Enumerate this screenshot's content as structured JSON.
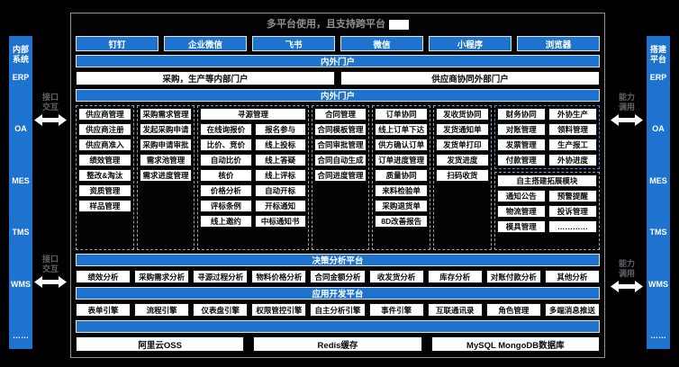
{
  "title": "多平台使用，且支持跨平台",
  "colors": {
    "accent_blue": "#1e73cf",
    "panel_border": "#8d9299"
  },
  "left_rail": {
    "header": "内部系统",
    "items": [
      "ERP",
      "OA",
      "MES",
      "TMS",
      "WMS",
      "……"
    ]
  },
  "right_rail": {
    "header": "搭建平台",
    "items": [
      "ERP",
      "OA",
      "MES",
      "TMS",
      "WMS",
      "……"
    ]
  },
  "links": {
    "left_top": "接口交互",
    "left_bottom": "接口交互",
    "right_top": "能力调用",
    "right_bottom": "能力调用"
  },
  "clients": [
    "钉钉",
    "企业微信",
    "飞书",
    "微信",
    "小程序",
    "浏览器"
  ],
  "portal_banner": "内外门户",
  "portals": [
    "采购，生产等内部门户",
    "供应商协同外部门户"
  ],
  "modules_banner": "内外门户",
  "modules": {
    "columns": [
      {
        "header": "供应商管理",
        "items": [
          "供应商注册",
          "供应商准入",
          "绩效管理",
          "整改&淘汰",
          "资质管理",
          "样品管理"
        ]
      },
      {
        "header": "采购需求管理",
        "items": [
          "发起采购申请",
          "采购申请审批",
          "需求池管理",
          "需求进度管理"
        ]
      },
      {
        "header": "寻源管理",
        "items_left": [
          "在线询报价",
          "比价、竞价",
          "自动比价",
          "核价",
          "价格分析",
          "评标条例",
          "线上邀约"
        ],
        "items_right": [
          "报名参与",
          "线上投标",
          "线上答疑",
          "线上评标",
          "自动开标",
          "开标通知",
          "中标通知书"
        ]
      },
      {
        "header": "合同管理",
        "items": [
          "合同模板管理",
          "合同审批管理",
          "合同自动生成",
          "合同进度管理"
        ]
      },
      {
        "header": "订单协同",
        "items": [
          "线上订单下达",
          "供方确认订单",
          "订单进度管理",
          "质量协同",
          "来料检验单",
          "采购退货单",
          "8D改善报告"
        ]
      },
      {
        "header": "发收货协同",
        "items": [
          "发货通知单",
          "发货单打印",
          "发货进度",
          "扫码收货"
        ]
      }
    ],
    "finance_group": {
      "columns": [
        {
          "header": "财务协同",
          "items": [
            "对账管理",
            "发票管理",
            "付款管理"
          ]
        },
        {
          "header": "外协生产",
          "items": [
            "领料管理",
            "生产报工",
            "外协进度"
          ]
        }
      ]
    },
    "extension_group": {
      "header": "自主搭建拓展模块",
      "items": [
        "通知公告",
        "预警提醒",
        "物流管理",
        "投诉管理",
        "模具管理",
        "…………"
      ]
    }
  },
  "analysis": {
    "banner": "决策分析平台",
    "items": [
      "绩效分析",
      "采购需求分析",
      "寻源过程分析",
      "物料价格分析",
      "合同金额分析",
      "收发货分析",
      "库存分析",
      "对账付款分析",
      "其他分析"
    ]
  },
  "dev": {
    "banner": "应用开发平台",
    "items": [
      "表单引擎",
      "流程引擎",
      "仪表盘引擎",
      "权限管控引擎",
      "自主分析引擎",
      "事件引擎",
      "互联通讯录",
      "角色管理",
      "多端消息推送"
    ]
  },
  "infra": {
    "banner_label": "",
    "items": [
      "阿里云OSS",
      "Redis缓存",
      "MySQL MongoDB数据库"
    ]
  }
}
